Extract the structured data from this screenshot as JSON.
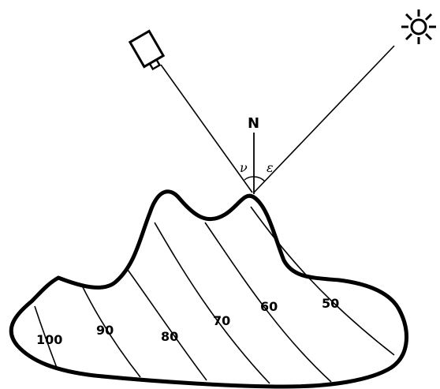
{
  "labels": {
    "north": "N",
    "view_angle": "ν",
    "sun_angle": "ε"
  },
  "contours": [
    {
      "label": "100"
    },
    {
      "label": "90"
    },
    {
      "label": "80"
    },
    {
      "label": "70"
    },
    {
      "label": "60"
    },
    {
      "label": "50"
    }
  ],
  "icons": {
    "sensor": "camera-icon",
    "sun": "sun-icon"
  },
  "colors": {
    "ink": "#000000",
    "background": "#ffffff"
  }
}
